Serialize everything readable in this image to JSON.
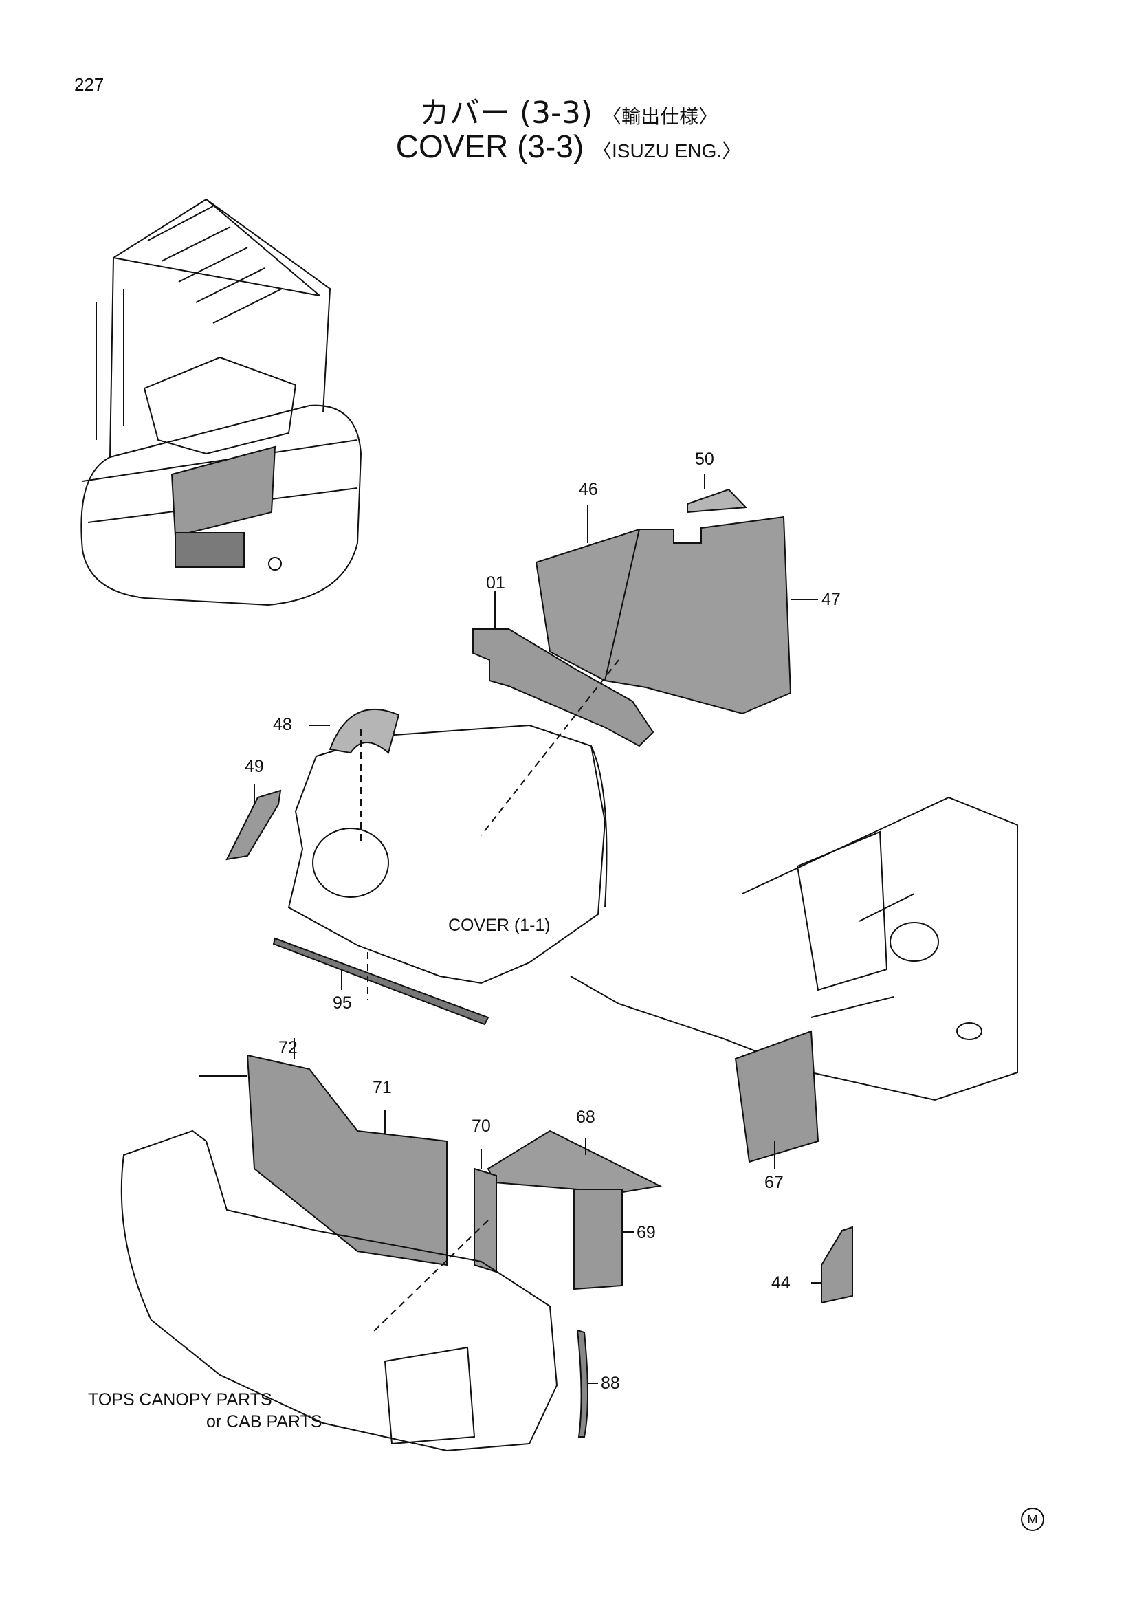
{
  "page_number": "227",
  "title": {
    "jp_main": "カバー (3-3)",
    "jp_sub": "〈輸出仕様〉",
    "en_main": "COVER (3-3)",
    "en_sub": "〈ISUZU ENG.〉"
  },
  "refs": {
    "r50": "50",
    "r46": "46",
    "r01": "01",
    "r47": "47",
    "r48": "48",
    "r49": "49",
    "r95": "95",
    "r72": "72",
    "r71": "71",
    "r70": "70",
    "r68": "68",
    "r69": "69",
    "r67": "67",
    "r44": "44",
    "r88": "88"
  },
  "notes": {
    "cover_ref": "COVER (1-1)",
    "tops_line1": "TOPS CANOPY PARTS",
    "tops_line2": "or CAB PARTS"
  },
  "marker": "M",
  "colors": {
    "ink": "#111111",
    "part_fill": "#8f8f8f",
    "part_fill_light": "#b5b5b5"
  }
}
